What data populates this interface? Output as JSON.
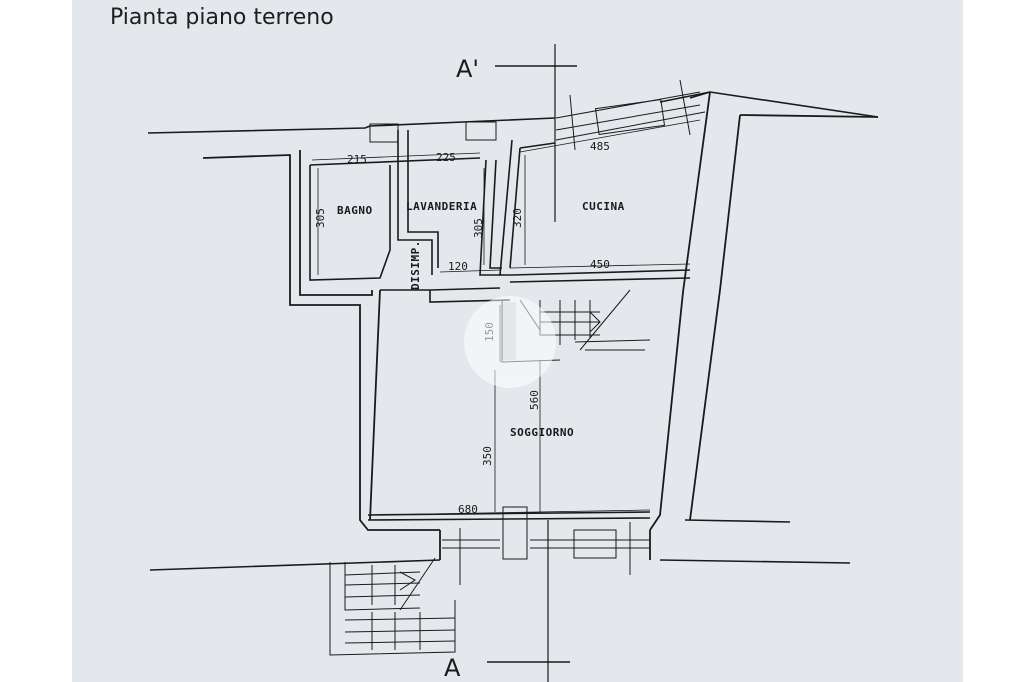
{
  "title": "Pianta piano terreno",
  "section_marks": {
    "top": "A'",
    "bottom": "A"
  },
  "rooms": {
    "bagno": "BAGNO",
    "lavanderia": "LAVANDERIA",
    "cucina": "CUCINA",
    "disimpegno": "DISIMP.",
    "soggiorno": "SOGGIORNO"
  },
  "dimensions": {
    "d215": "215",
    "d225": "225",
    "d485": "485",
    "d305a": "305",
    "d305b": "305",
    "d320": "320",
    "d120": "120",
    "d450": "450",
    "d150": "150",
    "d560": "560",
    "d350": "350",
    "d680": "680"
  },
  "colors": {
    "paper": "#e4e8ec",
    "ink": "#1a1a1a"
  }
}
